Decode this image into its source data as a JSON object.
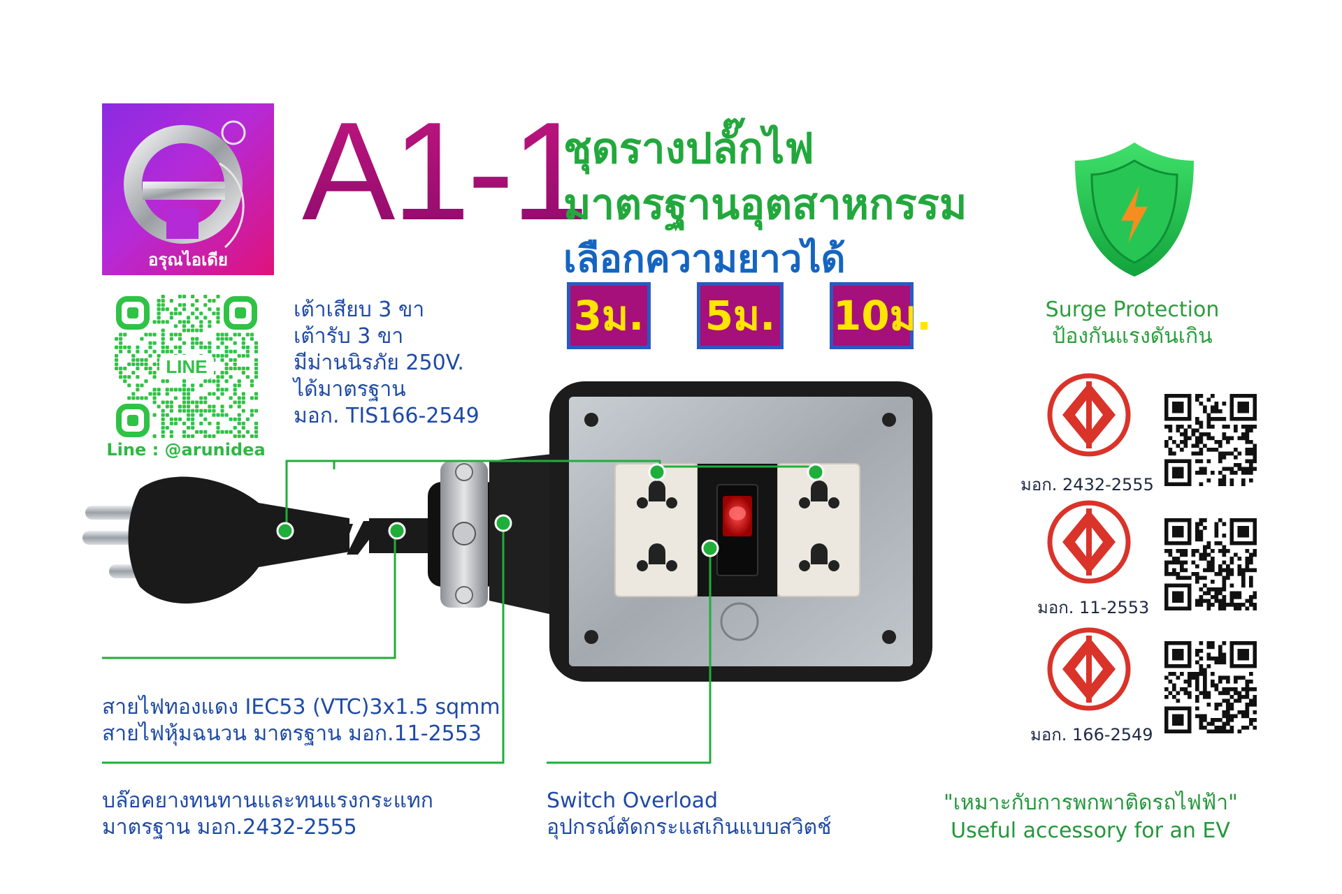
{
  "brand": {
    "caption": "อรุณไอเดีย",
    "line_id": "Line : @arunidea",
    "qr_label": "LINE"
  },
  "title": {
    "model": "A1-1",
    "line1": "ชุดรางปลั๊กไฟ",
    "line2": "มาตรฐานอุตสาหกรรม",
    "line3": "เลือกความยาวได้"
  },
  "lengths": [
    "3ม.",
    "5ม.",
    "10ม."
  ],
  "specs": {
    "plug": [
      "เต้าเสียบ 3 ขา",
      "เต้ารับ 3 ขา",
      "มีม่านนิรภัย 250V.",
      "ได้มาตรฐาน",
      "มอก. TIS166-2549"
    ],
    "cable": [
      "สายไฟทองแดง IEC53 (VTC)3x1.5 sqmm",
      "สายไฟหุ้มฉนวน มาตรฐาน มอก.11-2553"
    ],
    "block": [
      "บล๊อคยางทนทานและทนแรงกระแทก",
      "มาตรฐาน มอก.2432-2555"
    ],
    "switch": [
      "Switch Overload",
      "อุปกรณ์ตัดกระแสเกินแบบสวิตช์"
    ]
  },
  "surge": {
    "en": "Surge Protection",
    "th": "ป้องกันแรงดันเกิน"
  },
  "certifications": [
    {
      "label": "มอก. 2432-2555"
    },
    {
      "label": "มอก. 11-2553"
    },
    {
      "label": "มอก. 166-2549"
    }
  ],
  "ev_note": {
    "th": "\"เหมาะกับการพกพาติดรถไฟฟ้า\"",
    "en": "Useful accessory for an EV"
  },
  "colors": {
    "brand_magenta": "#a6107a",
    "green": "#22a83c",
    "blue": "#1e4aa6",
    "badge_text": "#ffe500",
    "badge_border": "#2c58c2",
    "tisi_red": "#d9332a",
    "callout_line": "#1fae3a"
  },
  "icons": [
    "arunidea-logo",
    "line-qr-code",
    "shield-lightning-icon",
    "tisi-mark-icon",
    "qr-code"
  ]
}
